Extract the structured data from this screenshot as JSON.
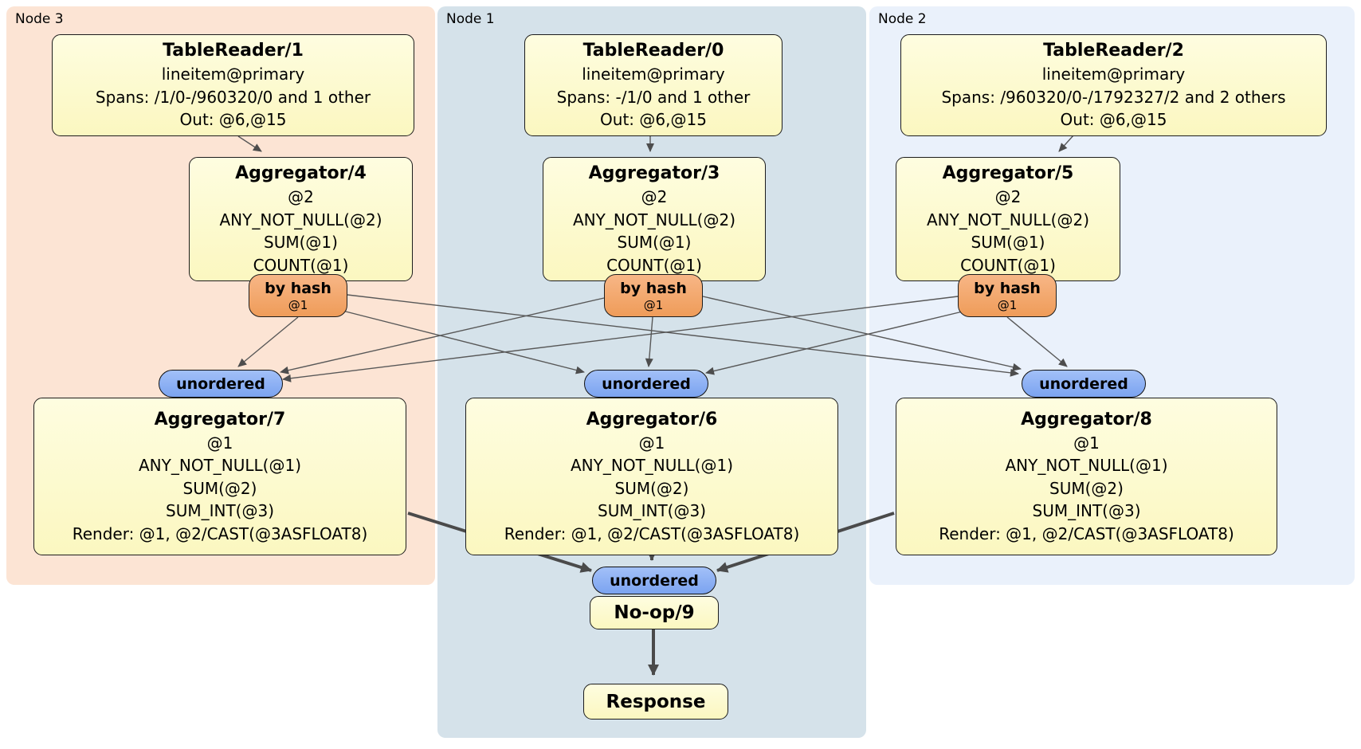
{
  "regions": [
    {
      "label": "Node 3",
      "fill": "#fce4d4",
      "tablereader": {
        "title": "TableReader/1",
        "lines": [
          "lineitem@primary",
          "Spans: /1/0-/960320/0 and 1 other",
          "Out: @6,@15"
        ]
      },
      "aggregator_top": {
        "title": "Aggregator/4",
        "lines": [
          "@2",
          "ANY_NOT_NULL(@2)",
          "SUM(@1)",
          "COUNT(@1)"
        ]
      },
      "router": {
        "label": "by hash",
        "key": "@1"
      },
      "sync": {
        "label": "unordered"
      },
      "aggregator_bottom": {
        "title": "Aggregator/7",
        "lines": [
          "@1",
          "ANY_NOT_NULL(@1)",
          "SUM(@2)",
          "SUM_INT(@3)",
          "Render: @1, @2/CAST(@3ASFLOAT8)"
        ]
      }
    },
    {
      "label": "Node 1",
      "fill": "#d5e2ea",
      "tablereader": {
        "title": "TableReader/0",
        "lines": [
          "lineitem@primary",
          "Spans: -/1/0 and 1 other",
          "Out: @6,@15"
        ]
      },
      "aggregator_top": {
        "title": "Aggregator/3",
        "lines": [
          "@2",
          "ANY_NOT_NULL(@2)",
          "SUM(@1)",
          "COUNT(@1)"
        ]
      },
      "router": {
        "label": "by hash",
        "key": "@1"
      },
      "sync": {
        "label": "unordered"
      },
      "aggregator_bottom": {
        "title": "Aggregator/6",
        "lines": [
          "@1",
          "ANY_NOT_NULL(@1)",
          "SUM(@2)",
          "SUM_INT(@3)",
          "Render: @1, @2/CAST(@3ASFLOAT8)"
        ]
      }
    },
    {
      "label": "Node 2",
      "fill": "#eaf1fb",
      "tablereader": {
        "title": "TableReader/2",
        "lines": [
          "lineitem@primary",
          "Spans: /960320/0-/1792327/2 and 2 others",
          "Out: @6,@15"
        ]
      },
      "aggregator_top": {
        "title": "Aggregator/5",
        "lines": [
          "@2",
          "ANY_NOT_NULL(@2)",
          "SUM(@1)",
          "COUNT(@1)"
        ]
      },
      "router": {
        "label": "by hash",
        "key": "@1"
      },
      "sync": {
        "label": "unordered"
      },
      "aggregator_bottom": {
        "title": "Aggregator/8",
        "lines": [
          "@1",
          "ANY_NOT_NULL(@1)",
          "SUM(@2)",
          "SUM_INT(@3)",
          "Render: @1, @2/CAST(@3ASFLOAT8)"
        ]
      }
    }
  ],
  "final_stage": {
    "sync": {
      "label": "unordered"
    },
    "noop": {
      "title": "No-op/9"
    },
    "response": {
      "title": "Response"
    }
  },
  "colors": {
    "region_node3": "#fce4d4",
    "region_node1": "#d5e2ea",
    "region_node2": "#eaf1fb",
    "processor_box_fill": "#fbf8c4",
    "router_fill": "#f3a66c",
    "sync_fill": "#85adf2",
    "edge": "#4d4d4d"
  }
}
